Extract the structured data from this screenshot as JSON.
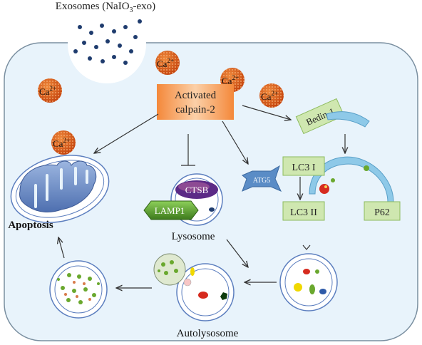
{
  "figure": {
    "exosome_label": "Exosomes (NaIO",
    "exosome_label_sub": "3",
    "exosome_label_end": "-exo)",
    "calcium": {
      "base": "Ca",
      "charge": "2+"
    },
    "calpain_line1": "Activated",
    "calpain_line2": "calpain-2",
    "beclin": "Bedin-1",
    "atg5": "ATG5",
    "lc3_1": "LC3 I",
    "lc3_2": "LC3 II",
    "p62": "P62",
    "ctsb": "CTSB",
    "lamp1": "LAMP1",
    "lysosome": "Lysosome",
    "apoptosis": "Apoptosis",
    "autolysosome": "Autolysosome"
  },
  "colors": {
    "cell_fill": "#e8f3fb",
    "cell_stroke": "#7a8fa0",
    "green_box": "#cfe7b0",
    "green_stroke": "#8dbb5e",
    "orange_box": "#f6a35c",
    "ca_ball": "#d9531e",
    "mito_blue": "#5d7fbf",
    "ctsb_purple": "#5b2a86",
    "lamp_green": "#5aa02c",
    "atg5_blue": "#5a8cc6",
    "arc_blue": "#8ec9e8",
    "arrow": "#333333"
  }
}
